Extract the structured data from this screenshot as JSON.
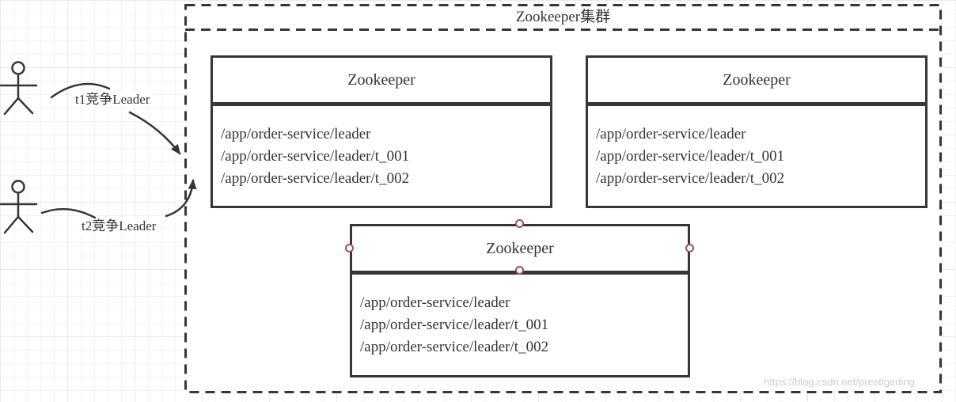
{
  "diagram": {
    "cluster_title": "Zookeeper集群",
    "watermark": "https://blog.csdn.net/prestigeding"
  },
  "nodes": [
    {
      "title": "Zookeeper",
      "paths": [
        "/app/order-service/leader",
        "/app/order-service/leader/t_001",
        "/app/order-service/leader/t_002"
      ]
    },
    {
      "title": "Zookeeper",
      "paths": [
        "/app/order-service/leader",
        "/app/order-service/leader/t_001",
        "/app/order-service/leader/t_002"
      ]
    },
    {
      "title": "Zookeeper",
      "paths": [
        "/app/order-service/leader",
        "/app/order-service/leader/t_001",
        "/app/order-service/leader/t_002"
      ]
    }
  ],
  "actors": [
    {
      "icon": "person-stick-figure",
      "label": "t1竞争Leader"
    },
    {
      "icon": "person-stick-figure",
      "label": "t2竞争Leader"
    }
  ],
  "colors": {
    "stroke": "#363636",
    "text": "#333333",
    "node_fill": "#ffffff",
    "handle_border": "#a0524c",
    "watermark": "#cdcdcd",
    "grid_line": "#e9e9e9"
  }
}
